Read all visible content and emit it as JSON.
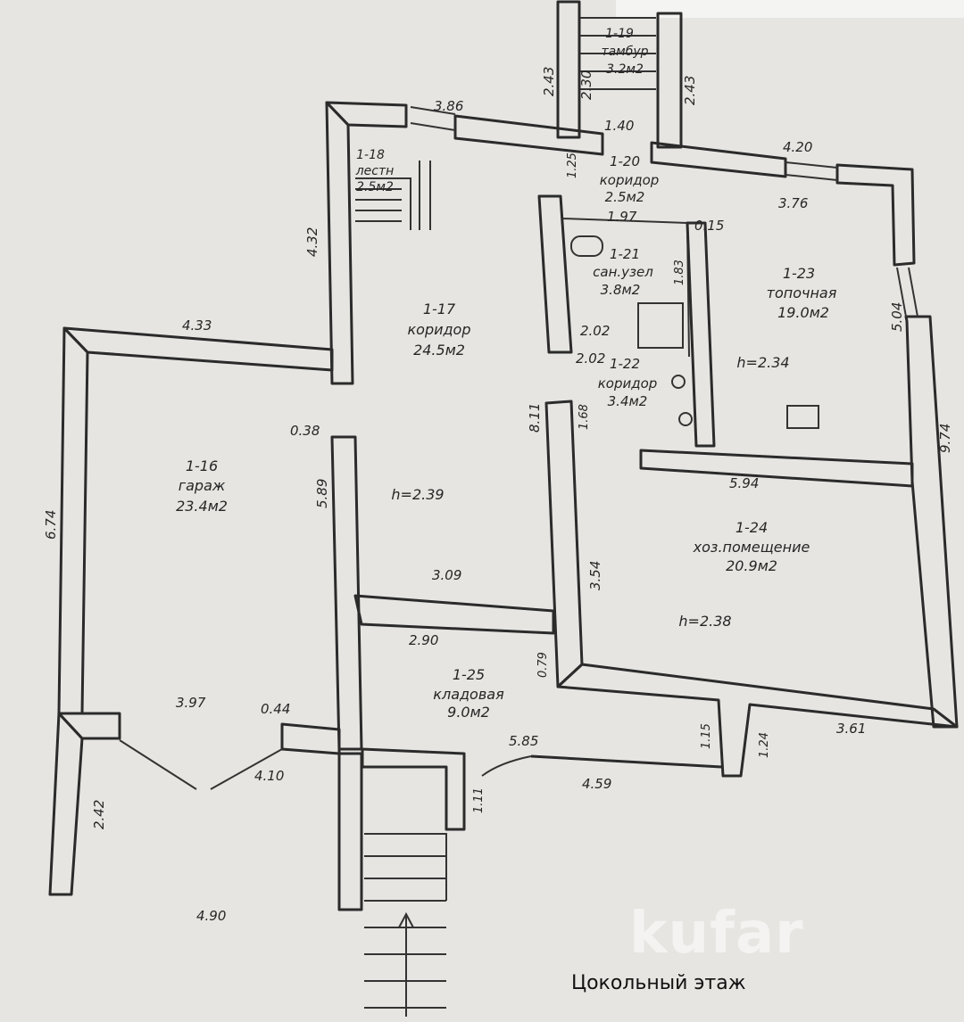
{
  "caption": "Цокольный этаж",
  "watermark": "kufar",
  "rooms": {
    "r16": {
      "id": "1-16",
      "name": "гараж",
      "area": "23.4м2"
    },
    "r17": {
      "id": "1-17",
      "name": "коридор",
      "area": "24.5м2",
      "height": "h=2.39"
    },
    "r18": {
      "id": "1-18",
      "name": "лестн",
      "area": "2.5м2"
    },
    "r19": {
      "id": "1-19",
      "name": "тамбур",
      "area": "3.2м2"
    },
    "r20": {
      "id": "1-20",
      "name": "коридор",
      "area": "2.5м2"
    },
    "r21": {
      "id": "1-21",
      "name": "сан.узел",
      "area": "3.8м2"
    },
    "r22": {
      "id": "1-22",
      "name": "коридор",
      "area": "3.4м2"
    },
    "r23": {
      "id": "1-23",
      "name": "топочная",
      "area": "19.0м2",
      "height": "h=2.34"
    },
    "r24": {
      "id": "1-24",
      "name": "хоз.помещение",
      "area": "20.9м2",
      "height": "h=2.38"
    },
    "r25": {
      "id": "1-25",
      "name": "кладовая",
      "area": "9.0м2"
    }
  },
  "dims": {
    "d386": "3.86",
    "d140": "1.40",
    "d420": "4.20",
    "d376": "3.76",
    "d243a": "2.43",
    "d230": "2.30",
    "d243b": "2.43",
    "d432": "4.32",
    "d433": "4.33",
    "d125": "1.25",
    "d197": "1.97",
    "d015": "0.15",
    "d183": "1.83",
    "d202a": "2.02",
    "d202b": "2.02",
    "d504": "5.04",
    "d974": "9.74",
    "d811": "8.11",
    "d168": "1.68",
    "d038": "0.38",
    "d589": "5.89",
    "d594": "5.94",
    "d674": "6.74",
    "d309": "3.09",
    "d354": "3.54",
    "d290": "2.90",
    "d079": "0.79",
    "d397": "3.97",
    "d044": "0.44",
    "d585": "5.85",
    "d115": "1.15",
    "d124": "1.24",
    "d361": "3.61",
    "d410": "4.10",
    "d111": "1.11",
    "d459": "4.59",
    "d242": "2.42",
    "d490": "4.90"
  }
}
